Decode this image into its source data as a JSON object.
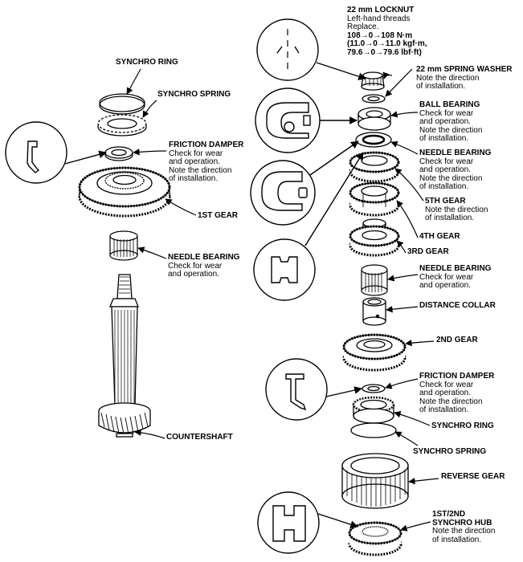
{
  "left_labels": {
    "synchro_ring": "SYNCHRO RING",
    "synchro_spring": "SYNCHRO SPRING",
    "friction_damper": {
      "title": "FRICTION DAMPER",
      "note": [
        "Check for wear",
        "and operation.",
        "Note the direction",
        "of installation."
      ]
    },
    "first_gear": "1ST GEAR",
    "needle_bearing": {
      "title": "NEEDLE BEARING",
      "note": [
        "Check for wear",
        "and operation."
      ]
    },
    "countershaft": "COUNTERSHAFT"
  },
  "right_labels": {
    "locknut": {
      "title": "22 mm LOCKNUT",
      "note": [
        "Left-hand threads",
        "Replace."
      ],
      "torque": [
        "108→0→108 N·m",
        "(11.0→0→11.0 kgf·m,",
        "79.6→0→79.6 lbf·ft)"
      ]
    },
    "spring_washer": {
      "title": "22 mm SPRING WASHER",
      "note": [
        "Note the direction",
        "of installation."
      ]
    },
    "ball_bearing": {
      "title": "BALL BEARING",
      "note": [
        "Check for wear",
        "and operation.",
        "Note the direction",
        "of installation."
      ]
    },
    "needle_bearing_upper": {
      "title": "NEEDLE BEARING",
      "note": [
        "Check for wear",
        "and operation.",
        "Note the direction",
        "of installation."
      ]
    },
    "fifth_gear": {
      "title": "5TH GEAR",
      "note": [
        "Note the direction",
        "of installation."
      ]
    },
    "fourth_gear": "4TH GEAR",
    "third_gear": "3RD GEAR",
    "needle_bearing_lower": {
      "title": "NEEDLE BEARING",
      "note": [
        "Check for wear",
        "and operation."
      ]
    },
    "distance_collar": "DISTANCE COLLAR",
    "second_gear": "2ND GEAR",
    "friction_damper": {
      "title": "FRICTION DAMPER",
      "note": [
        "Check for wear",
        "and operation.",
        "Note the direction",
        "of installation."
      ]
    },
    "synchro_ring": "SYNCHRO RING",
    "synchro_spring": "SYNCHRO SPRING",
    "reverse_gear": "REVERSE GEAR",
    "synchro_hub": {
      "title": [
        "1ST/2ND",
        "SYNCHRO HUB"
      ],
      "note": [
        "Note the direction",
        "of installation."
      ]
    }
  }
}
